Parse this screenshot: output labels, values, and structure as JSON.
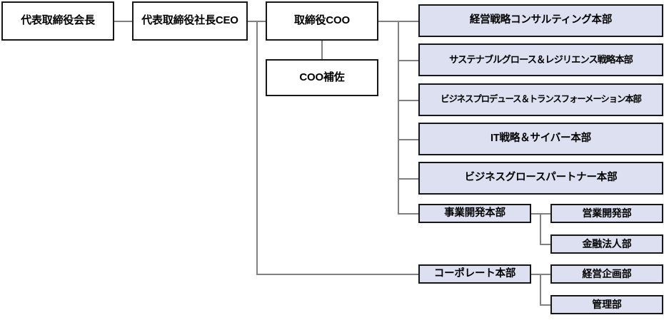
{
  "chart_title": "",
  "colors": {
    "division_fill": "#dde0f0",
    "executive_fill": "#ffffff",
    "border": "#171717",
    "connector": "#808080",
    "page_background": "#ffffff"
  },
  "executives": [
    {
      "id": "chairman",
      "label": "代表取締役会長"
    },
    {
      "id": "ceo",
      "label": "代表取締役社長CEO"
    },
    {
      "id": "coo",
      "label": "取締役COO"
    },
    {
      "id": "coo_aide",
      "label": "COO補佐"
    }
  ],
  "divisions": [
    {
      "id": "div1",
      "label": "経営戦略コンサルティング本部"
    },
    {
      "id": "div2",
      "label": "サステナブルグロース＆レジリエンス戦略本部"
    },
    {
      "id": "div3",
      "label": "ビジネスプロデュース＆トランスフォーメーション本部"
    },
    {
      "id": "div4",
      "label": "IT戦略＆サイバー本部"
    },
    {
      "id": "div5",
      "label": "ビジネスグロースパートナー本部"
    },
    {
      "id": "div6",
      "label": "事業開発本部"
    },
    {
      "id": "div7",
      "label": "コーポレート本部"
    }
  ],
  "departments": [
    {
      "id": "dept1",
      "parent": "div6",
      "label": "営業開発部"
    },
    {
      "id": "dept2",
      "parent": "div6",
      "label": "金融法人部"
    },
    {
      "id": "dept3",
      "parent": "div7",
      "label": "経営企画部"
    },
    {
      "id": "dept4",
      "parent": "div7",
      "label": "管理部"
    }
  ]
}
